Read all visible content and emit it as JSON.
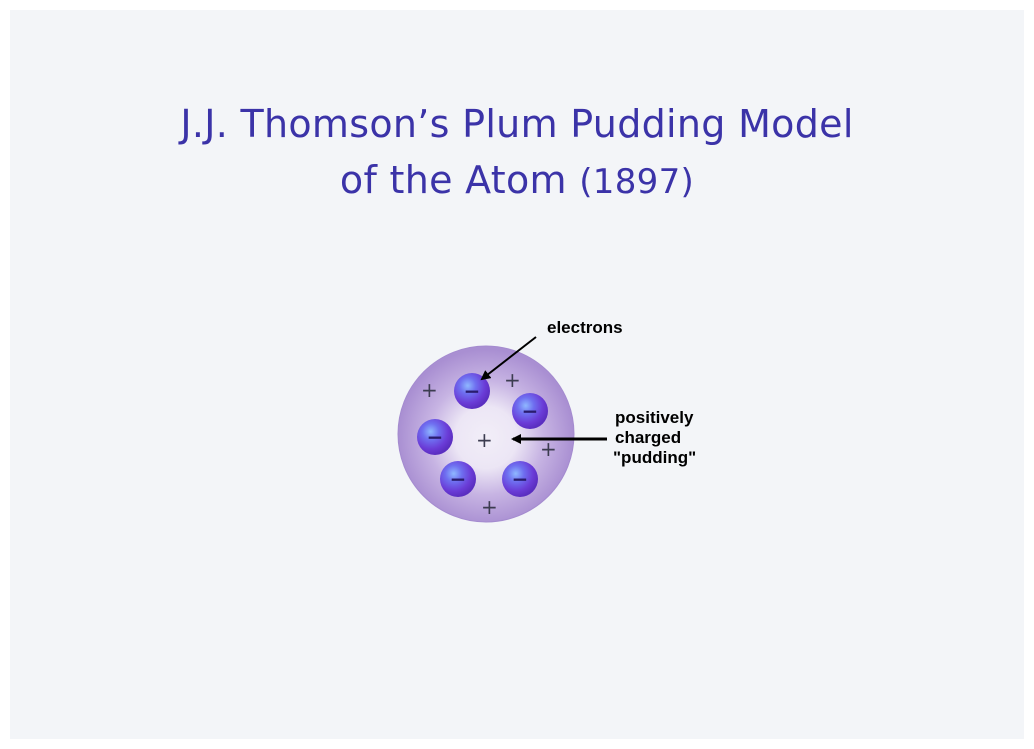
{
  "title": {
    "line1": "J.J. Thomson’s Plum Pudding Model",
    "line2": "of the Atom",
    "year": "(1897)"
  },
  "diagram": {
    "electron_symbol": "−",
    "proton_symbol": "+",
    "labels": {
      "electrons": "electrons",
      "pudding_line1": "positively",
      "pudding_line2": "charged",
      "pudding_line3": "\"pudding\""
    },
    "colors": {
      "title": "#3b33a8",
      "pudding_outer": "#a98fd2",
      "pudding_inner": "#f2eef8",
      "electron": "#6a3bd6",
      "background": "#f3f5f8"
    }
  }
}
